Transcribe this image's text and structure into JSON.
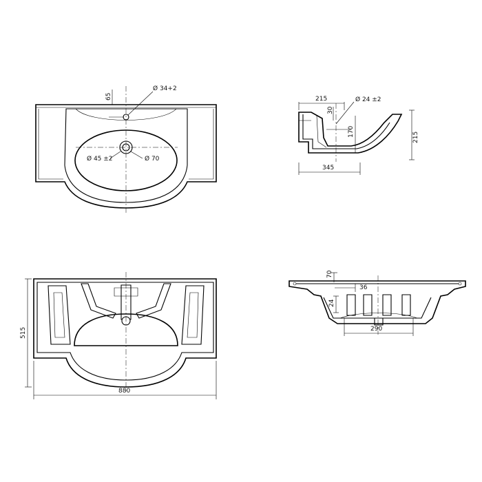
{
  "views": {
    "top": {
      "overflow_height": "65",
      "tap_hole": "Ø 34+2",
      "drain_inner": "Ø 45 ±2",
      "drain_outer": "Ø 70"
    },
    "side": {
      "depth_back": "215",
      "overflow_drop": "30",
      "overflow_hole": "Ø 24 ±2",
      "bowl_depth": "170",
      "total_height": "215",
      "length": "345"
    },
    "bottom": {
      "depth": "515",
      "width": "880"
    },
    "front": {
      "bracket_height": "70",
      "foot_width": "36",
      "foot_height": "24",
      "drain_span": "290"
    }
  }
}
